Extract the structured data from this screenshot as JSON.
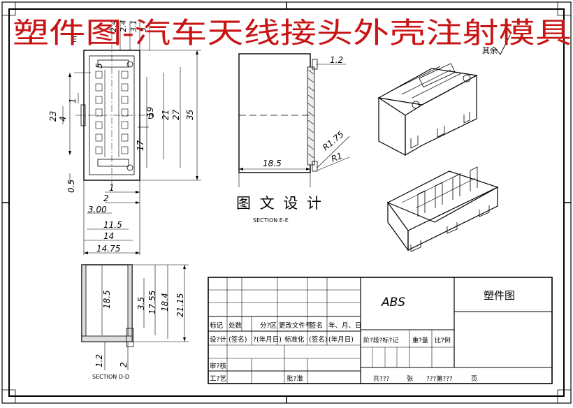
{
  "banner": {
    "title": "塑件图-汽车天线接头外壳注射模具"
  },
  "sheet": {
    "roughness_note": "其余",
    "studio_label": "图 文 设 计",
    "section_ee": "SECTION E-E",
    "section_dd": "SECTION D-D"
  },
  "front_view": {
    "top_dims": [
      "2.4",
      "2.4",
      "3.1",
      "3"
    ],
    "marker_e": "E",
    "left_dims": {
      "d23": "23",
      "d4": "4",
      "d1": "1",
      "d05": "0.5"
    },
    "inner_dims": {
      "d5": "5",
      "d17": "17",
      "d19": "19"
    },
    "right_dims": {
      "d21": "21",
      "d27": "27",
      "d35": "35"
    },
    "marker_d": "D",
    "bottom_dims": [
      "1",
      "2",
      "3.00",
      "11.5",
      "14",
      "14.75"
    ]
  },
  "section_ee": {
    "d12": "1.2",
    "r175": "R1.75",
    "r1": "R1",
    "d185": "18.5"
  },
  "section_dd": {
    "right_dims": [
      "18.5",
      "3.5",
      "17.55",
      "18.4",
      "21.15"
    ],
    "bottom_dims": [
      "1.2",
      "2"
    ]
  },
  "title_block": {
    "material": "ABS",
    "drawing_name": "塑件图",
    "row_labels": [
      "标记",
      "处数",
      "分?区",
      "更改文件号",
      "签名",
      "年、月、日"
    ],
    "row_design": [
      "设?计",
      "(签名)",
      "?(年月日)",
      "标准化",
      "(签名)",
      "(年月日)"
    ],
    "stage_labels": [
      "阶?段?标?记",
      "重?量",
      "比?例"
    ],
    "review": "审?核",
    "process": "工?艺",
    "approve": "批?准",
    "total_sheets": "共???",
    "sheet_word": "张",
    "sheet_no": "???第???",
    "page_word": "页"
  }
}
